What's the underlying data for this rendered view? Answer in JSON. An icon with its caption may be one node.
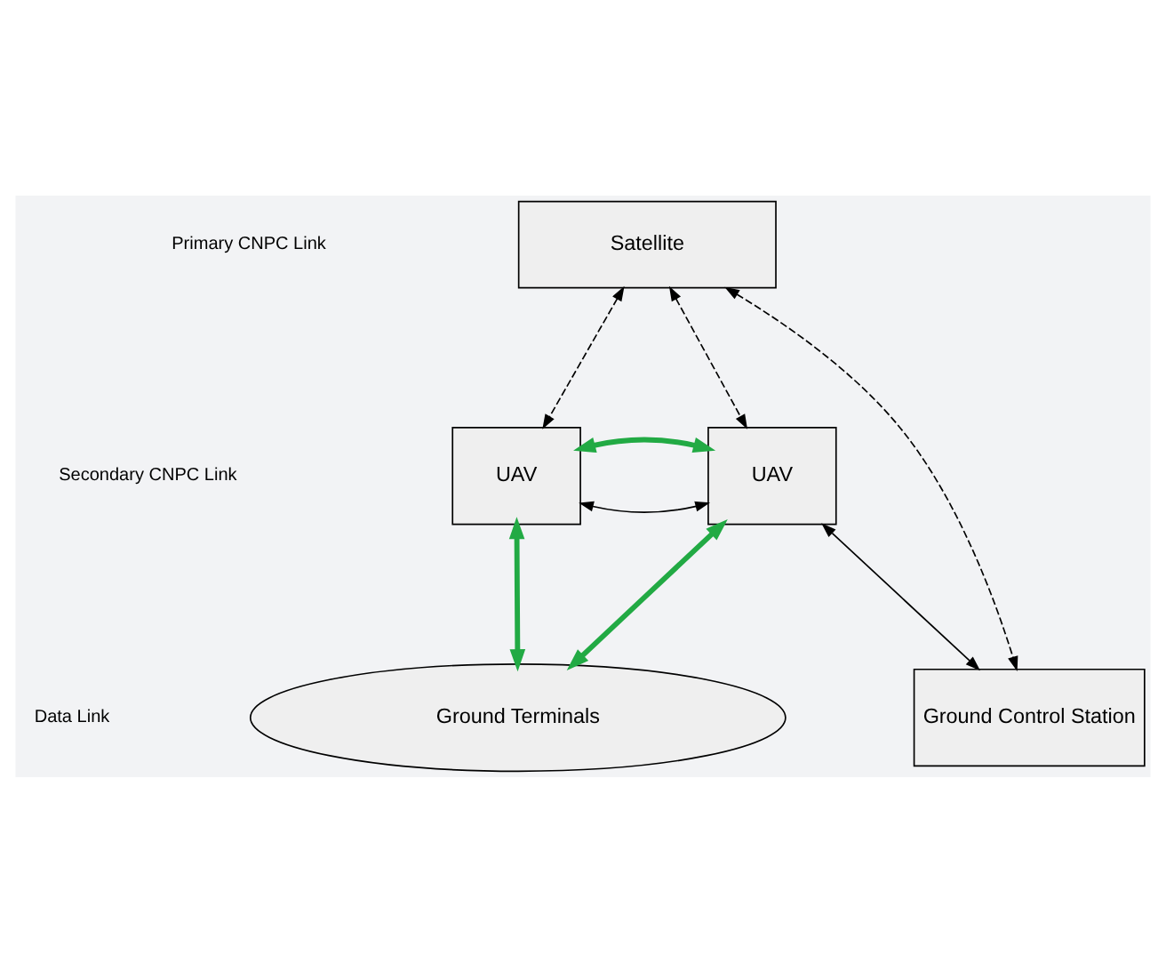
{
  "diagram": {
    "nodes": [
      {
        "text": [
          "Satellite"
        ]
      },
      {
        "text": [
          "UAV"
        ]
      },
      {
        "text": [
          "UAV"
        ]
      },
      {
        "text": [
          "Ground Control Station"
        ]
      },
      {
        "text": [
          "Ground Terminals"
        ]
      }
    ],
    "edges": [
      {
        "from": 0,
        "to": 3,
        "arrow": "both",
        "style": "dashed"
      },
      {
        "from": 0,
        "to": 1,
        "arrow": "both",
        "style": "dashed"
      },
      {
        "from": 0,
        "to": 2,
        "arrow": "both",
        "style": "dashed"
      },
      {
        "from": 1,
        "to": 2,
        "arrow": "both"
      },
      {
        "from": 1,
        "to": 2,
        "arrow": "both",
        "style": "thick",
        "color": "#22aa44"
      },
      {
        "from": 1,
        "to": 3,
        "arrow": "both"
      },
      {
        "from": 1,
        "to": 4,
        "arrow": "both",
        "style": "thick",
        "color": "#22aa44"
      },
      {
        "from": 2,
        "to": 4,
        "arrow": "both",
        "style": "thick",
        "color": "#22aa44"
      }
    ],
    "legend": [
      {
        "text": "Primary CNPC Link"
      },
      {
        "text": "Secondary CNPC Link"
      },
      {
        "text": "Data Link"
      }
    ]
  }
}
